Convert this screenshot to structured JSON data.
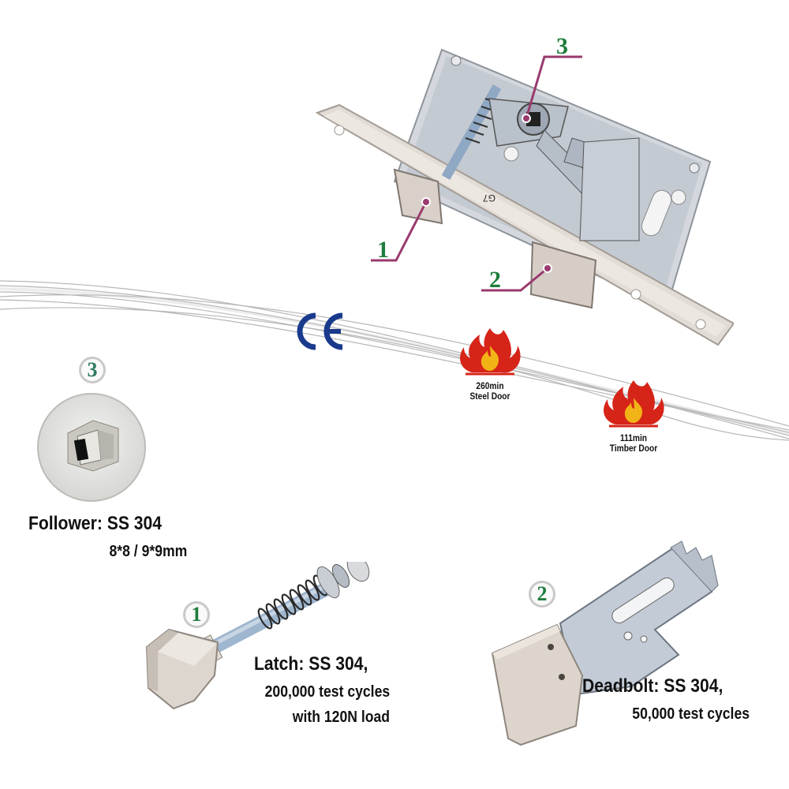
{
  "colors": {
    "callout_line": "#9a3a6e",
    "callout_text": "#1e7d3c",
    "ce_blue": "#1a3a8c",
    "fire_red": "#d62418",
    "fire_yellow": "#f2b316"
  },
  "callouts": [
    {
      "label": "1"
    },
    {
      "label": "2"
    },
    {
      "label": "3"
    }
  ],
  "ce_mark": "CE",
  "fire_ratings": [
    {
      "duration": "260min",
      "door": "Steel Door"
    },
    {
      "duration": "111min",
      "door": "Timber Door"
    }
  ],
  "case_stamp": "G7",
  "follower": {
    "num": "3",
    "title": "Follower: SS 304",
    "size": "8*8 / 9*9mm"
  },
  "latch": {
    "num": "1",
    "title": "Latch: SS 304,",
    "line1": "200,000 test cycles",
    "line2": "with 120N load"
  },
  "deadbolt": {
    "num": "2",
    "title": "Deadbolt: SS 304,",
    "line1": "50,000 test cycles"
  },
  "icons": [
    "fire-icon",
    "ce-mark-icon"
  ]
}
